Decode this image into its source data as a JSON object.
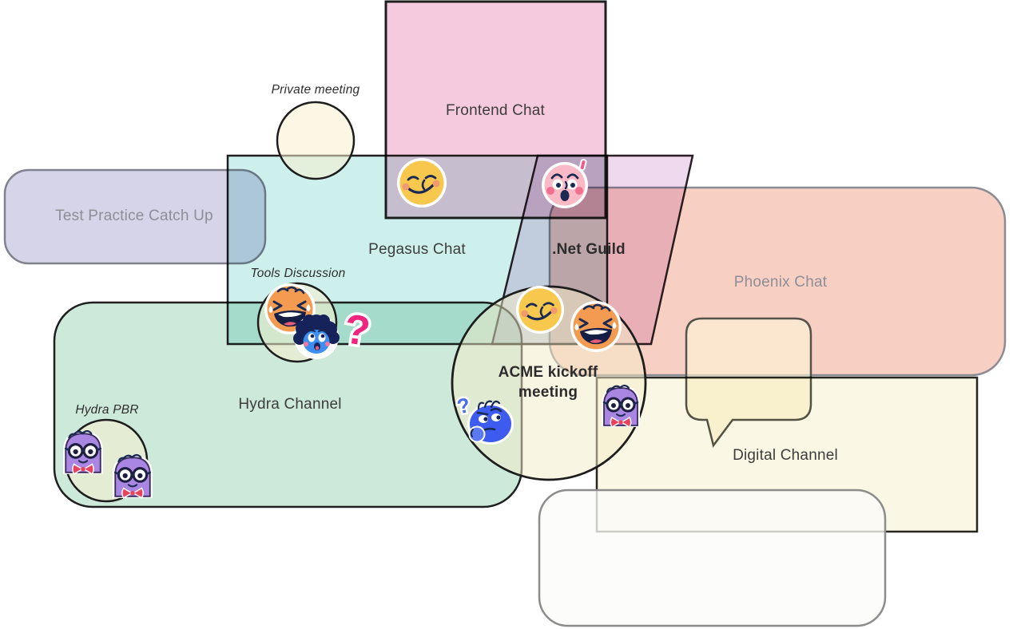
{
  "diagram": {
    "regions": {
      "frontend": {
        "label": "Frontend Chat",
        "fill": "#F6CADE",
        "border": "#1f1f1f",
        "type": "channel"
      },
      "pegasus": {
        "label": "Pegasus Chat",
        "fill": "#CEF0ED",
        "border": "#1f1f1f",
        "type": "channel"
      },
      "net_guild": {
        "label": ".Net Guild",
        "fill": "#EFD9EE",
        "border": "#2a1f26",
        "type": "channel"
      },
      "phoenix": {
        "label": "Phoenix Chat",
        "fill": "#F8CFC3",
        "border": "#8B8B93",
        "type": "channel"
      },
      "test_practice": {
        "label": "Test Practice Catch Up",
        "fill": "#D5D4E9",
        "border": "#80808E",
        "type": "meeting"
      },
      "hydra": {
        "label": "Hydra Channel",
        "fill": "#CDE9DA",
        "border": "#1f1f1f",
        "type": "channel"
      },
      "digital": {
        "label": "Digital Channel",
        "fill": "#FAF7E4",
        "border": "#26261F",
        "type": "channel"
      },
      "private_meeting": {
        "label": "Private meeting",
        "fill": "rgba(247,241,205,0.55)",
        "border": "#1d1d1d",
        "type": "meeting"
      },
      "tools_discussion": {
        "label": "Tools Discussion",
        "fill": "rgba(247,241,205,0.55)",
        "border": "#1d1d1d",
        "type": "meeting"
      },
      "hydra_pbr": {
        "label": "Hydra PBR",
        "fill": "rgba(247,241,205,0.55)",
        "border": "#1d1d1d",
        "type": "meeting"
      },
      "acme_kickoff": {
        "label": "ACME kickoff meeting",
        "fill": "rgba(243,236,200,0.5)",
        "border": "#1d1d1d",
        "type": "meeting"
      },
      "speech_bubble": {
        "label": "",
        "fill": "rgba(253,244,214,0.62)",
        "border": "#53534A",
        "type": "callout"
      },
      "empty_panel": {
        "label": "",
        "fill": "rgba(251,251,250,0.78)",
        "border": "#8C8C8C",
        "type": "panel"
      }
    },
    "stickers": [
      {
        "id": "relieved-face-pegasus",
        "type": "relieved-face"
      },
      {
        "id": "surprised-face-frontend",
        "type": "surprised-face"
      },
      {
        "id": "laughing-face-tools",
        "type": "laughing-face"
      },
      {
        "id": "curly-person-tools",
        "type": "curly-haired-person"
      },
      {
        "id": "question-mark-tools",
        "type": "pink-question-mark",
        "glyph": "?"
      },
      {
        "id": "relieved-face-acme",
        "type": "relieved-face"
      },
      {
        "id": "laughing-face-acme",
        "type": "laughing-face"
      },
      {
        "id": "thinking-person-acme",
        "type": "thinking-person",
        "glyph": "?"
      },
      {
        "id": "purple-person-acme",
        "type": "purple-person"
      },
      {
        "id": "purple-person-pbr-1",
        "type": "purple-person"
      },
      {
        "id": "purple-person-pbr-2",
        "type": "purple-person"
      }
    ]
  }
}
